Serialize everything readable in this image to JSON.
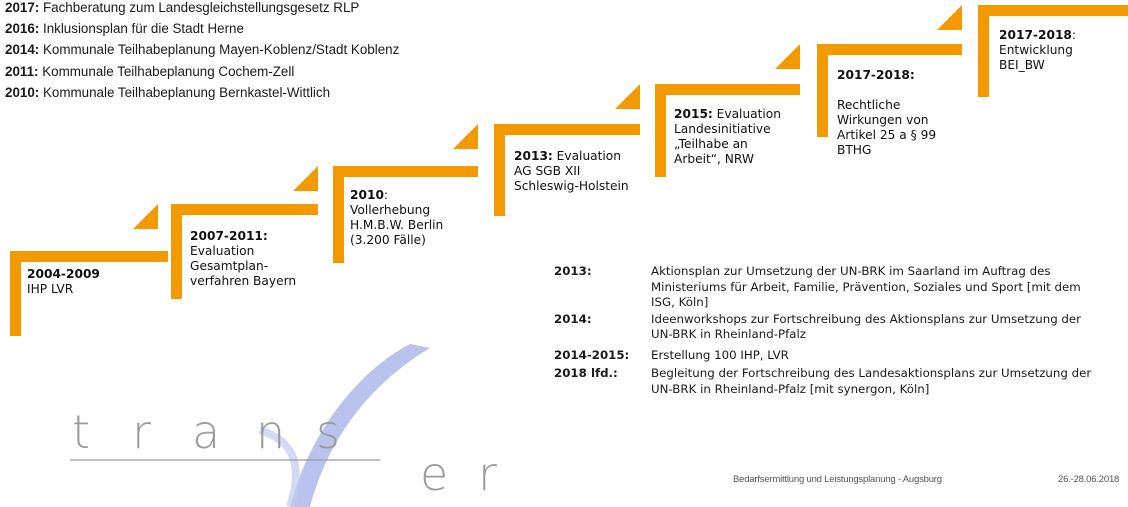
{
  "projects": [
    {
      "year": "2017:",
      "text": " Fachberatung zum Landesgleichstellungsgesetz RLP"
    },
    {
      "year": "2016:",
      "text": " Inklusionsplan für die Stadt Herne"
    },
    {
      "year": "2014:",
      "text": " Kommunale Teilhabeplanung Mayen-Koblenz/Stadt Koblenz"
    },
    {
      "year": "2011:",
      "text": " Kommunale Teilhabeplanung Cochem-Zell"
    },
    {
      "year": "2010:",
      "text": " Kommunale Teilhabeplanung Bernkastel-Wittlich"
    }
  ],
  "steps": [
    {
      "year": "2004-2009",
      "sep": "",
      "text": "IHP LVR"
    },
    {
      "year": "2007-2011:",
      "sep": "",
      "text": "Evaluation Gesamtplan-verfahren Bayern"
    },
    {
      "year": "2010",
      "sep": ":",
      "text": "Vollerhebung H.M.B.W. Berlin (3.200 Fälle)"
    },
    {
      "year": "2013:",
      "sep": " Evaluation",
      "text": "AG SGB XII Schleswig-Holstein"
    },
    {
      "year": "2015:",
      "sep": " Evaluation",
      "text": "Landesinitiative „Teilhabe an Arbeit“, NRW"
    },
    {
      "year": "2017-2018:",
      "sep": "",
      "text": "Rechtliche Wirkungen von Artikel 25 a § 99 BTHG"
    },
    {
      "year": "2017-2018",
      "sep": ":",
      "text": "Entwicklung BEI_BW"
    }
  ],
  "activities": [
    {
      "year": "2013:",
      "text": "Aktionsplan zur Umsetzung der UN-BRK im Saarland im Auftrag des\nMinisteriums für Arbeit, Familie, Prävention, Soziales und Sport [mit dem\nISG, Köln]"
    },
    {
      "year": "2014:",
      "text": "Ideenworkshops zur Fortschreibung des Aktionsplans zur Umsetzung der\nUN-BRK in Rheinland-Pfalz"
    },
    {
      "year": "2014-2015:",
      "text": "Erstellung 100 IHP, LVR"
    },
    {
      "year": "2018 lfd.:",
      "text": "Begleitung der Fortschreibung des Landesaktionsplans zur Umsetzung der\nUN-BRK in Rheinland-Pfalz [mit synergon, Köln]"
    }
  ],
  "logo": {
    "letters": [
      "t",
      "r",
      "a",
      "n",
      "s",
      "f",
      "e",
      "r"
    ]
  },
  "footer": {
    "title": "Bedarfsermittlung und Leistungsplanung - Augsburg",
    "date": "26.-28.06.2018"
  },
  "colors": {
    "accent": "#f39a00",
    "logo_grey": "#9b9b9b",
    "logo_blue": "#a9b3ea"
  }
}
